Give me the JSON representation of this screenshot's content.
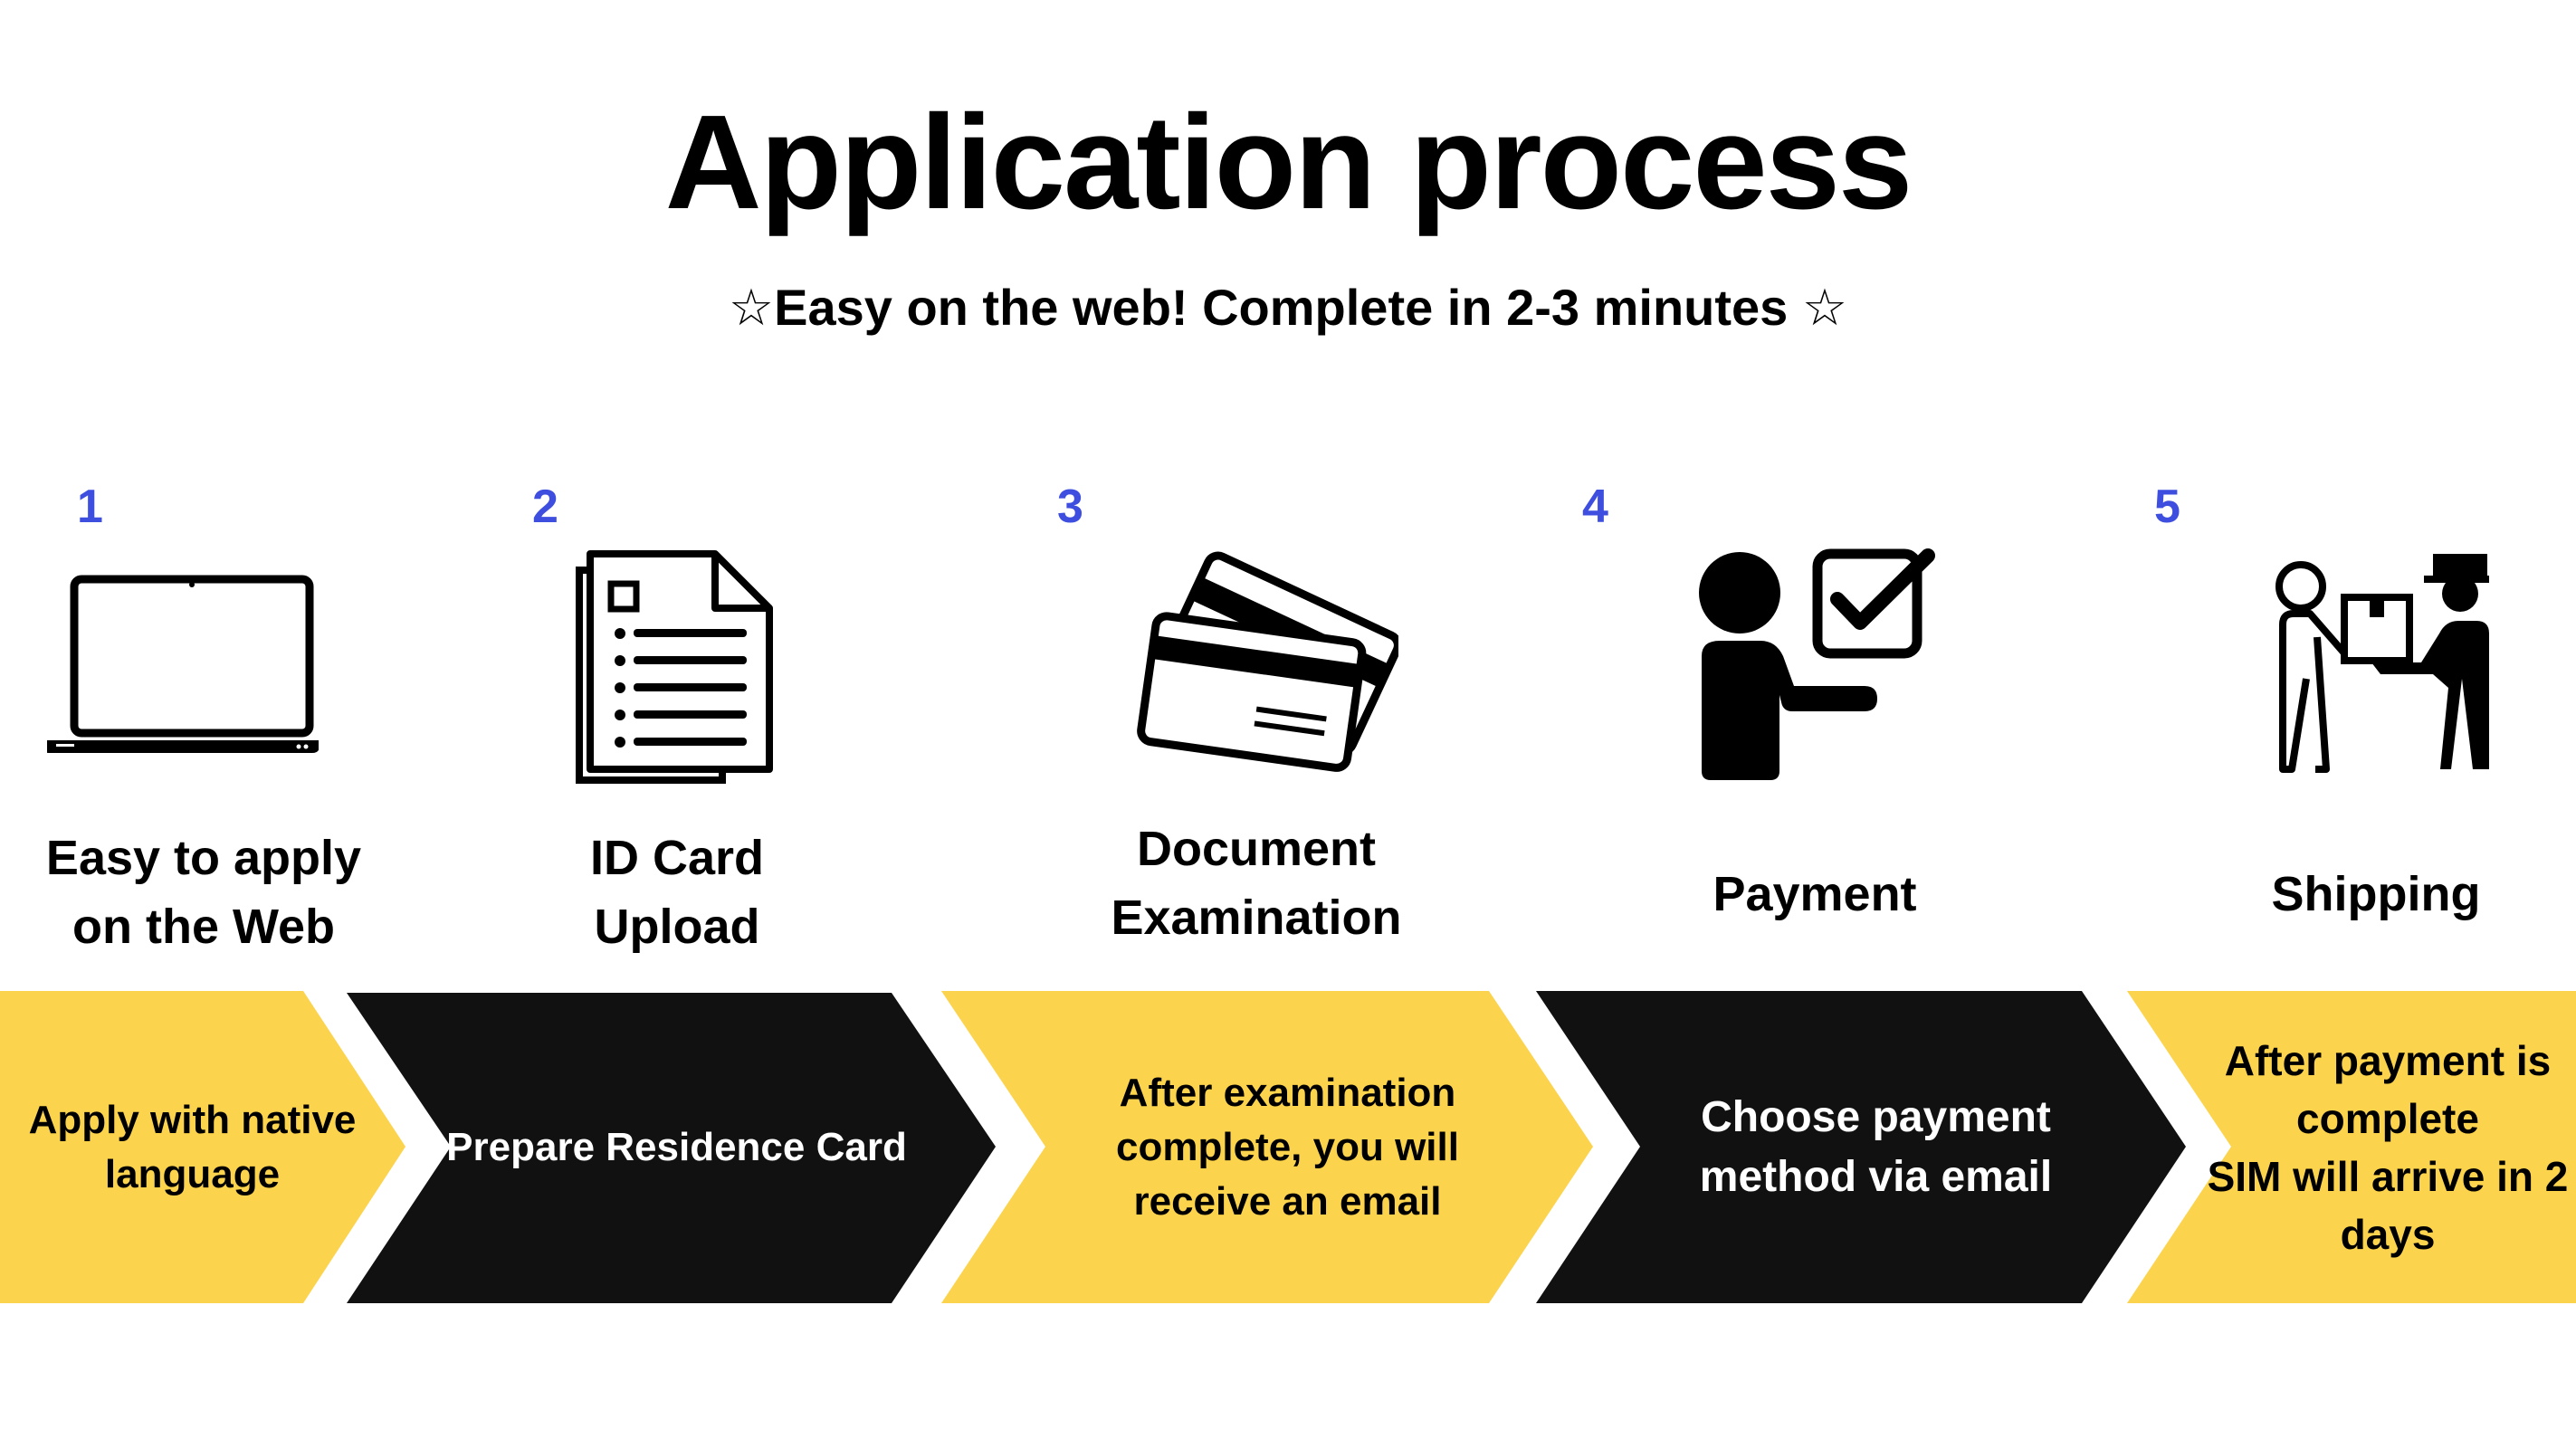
{
  "header": {
    "title": "Application process",
    "subtitle": "☆Easy on the web! Complete in 2-3 minutes ☆"
  },
  "colors": {
    "yellow": "#fcd34d",
    "black": "#111111",
    "step_number": "#3e4fe0"
  },
  "steps": [
    {
      "number": "1",
      "icon": "laptop-icon",
      "label_lines": [
        "Easy to apply",
        "on the Web"
      ],
      "arrow_lines": [
        "Apply with native",
        "language"
      ],
      "arrow_color": "yellow"
    },
    {
      "number": "2",
      "icon": "document-icon",
      "label_lines": [
        "ID Card",
        "Upload"
      ],
      "arrow_lines": [
        "Prepare Residence Card"
      ],
      "arrow_color": "black"
    },
    {
      "number": "3",
      "icon": "cards-icon",
      "label_lines": [
        "Document",
        "Examination"
      ],
      "arrow_lines": [
        "After examination",
        "complete, you will",
        "receive an email"
      ],
      "arrow_color": "yellow"
    },
    {
      "number": "4",
      "icon": "person-check-icon",
      "label_lines": [
        "Payment"
      ],
      "arrow_lines": [
        "Choose payment",
        "method via email"
      ],
      "arrow_color": "black"
    },
    {
      "number": "5",
      "icon": "delivery-icon",
      "label_lines": [
        "Shipping"
      ],
      "arrow_lines": [
        "After payment is",
        "complete",
        "SIM will arrive in 2",
        "days"
      ],
      "arrow_color": "yellow"
    }
  ]
}
